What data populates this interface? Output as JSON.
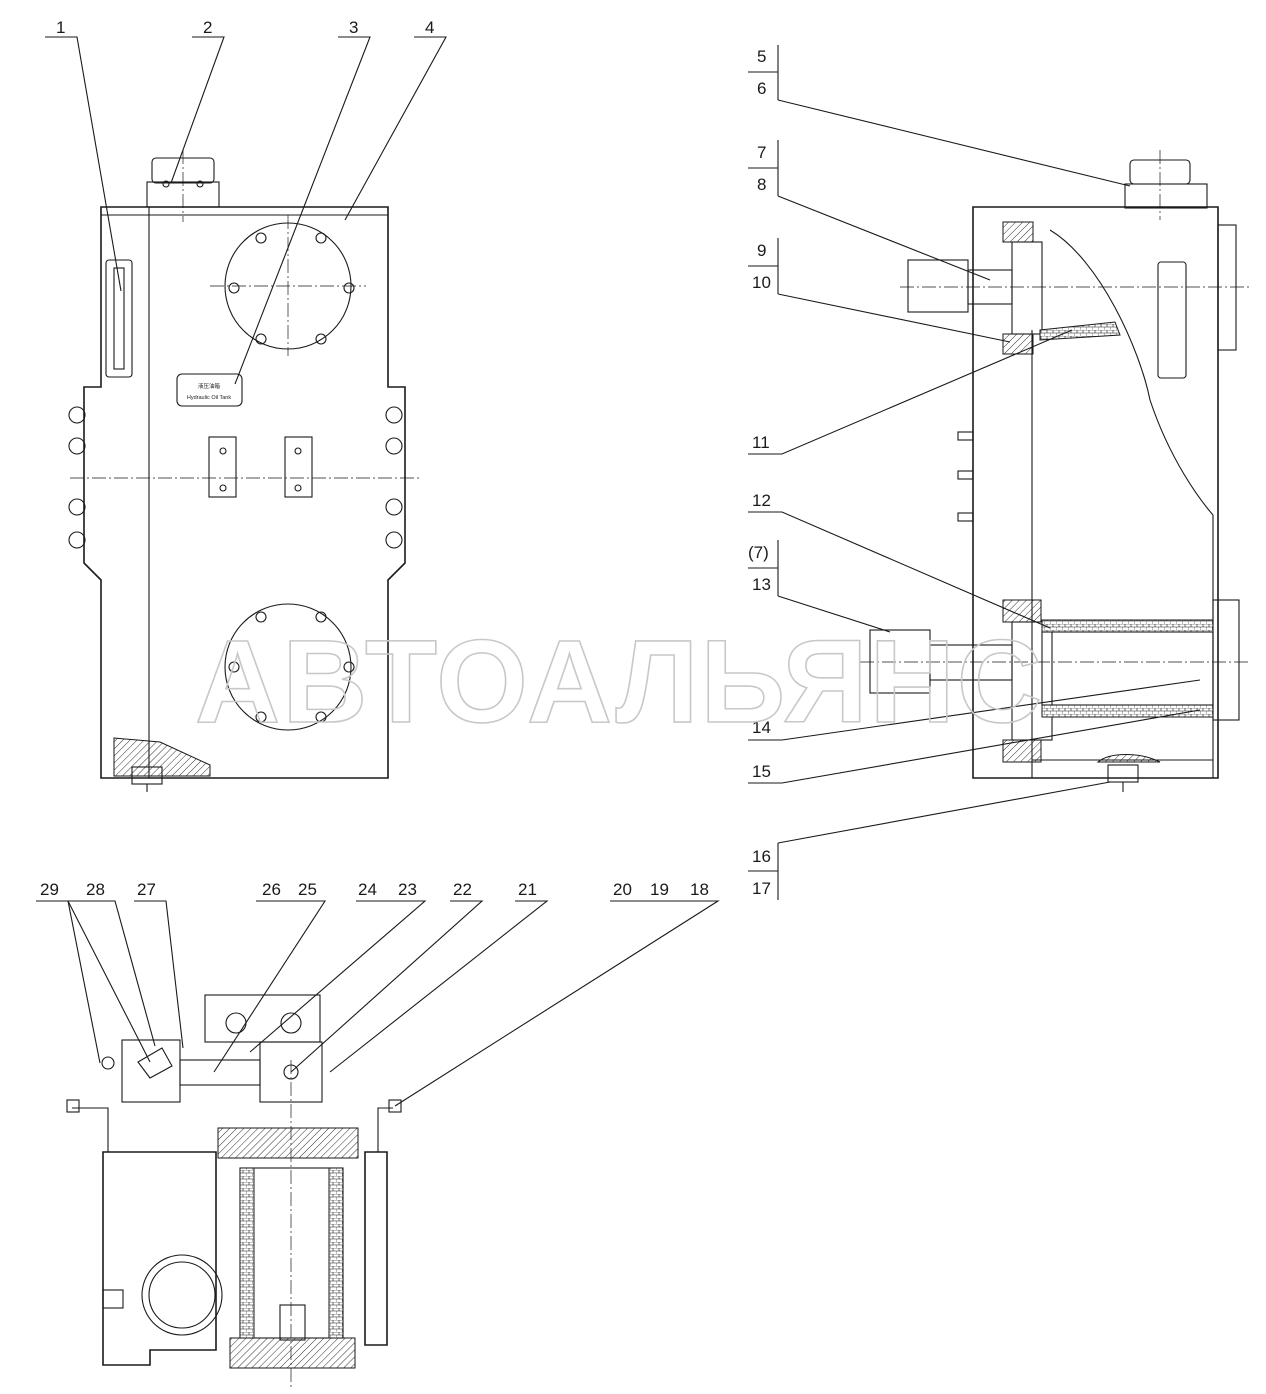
{
  "watermark": "АВТОАЛЬЯНС",
  "plate": {
    "line1": "液压油箱",
    "line2": "Hydraulic Oil Tank"
  },
  "callouts": [
    "1",
    "2",
    "3",
    "4",
    "5",
    "6",
    "7",
    "8",
    "9",
    "10",
    "11",
    "12",
    "(7)",
    "13",
    "14",
    "15",
    "16",
    "17",
    "18",
    "19",
    "20",
    "21",
    "22",
    "23",
    "24",
    "25",
    "26",
    "27",
    "28",
    "29"
  ],
  "colors": {
    "ink": "#1a1a1a",
    "watermark": "#c8c8c8",
    "paper": "#ffffff"
  }
}
